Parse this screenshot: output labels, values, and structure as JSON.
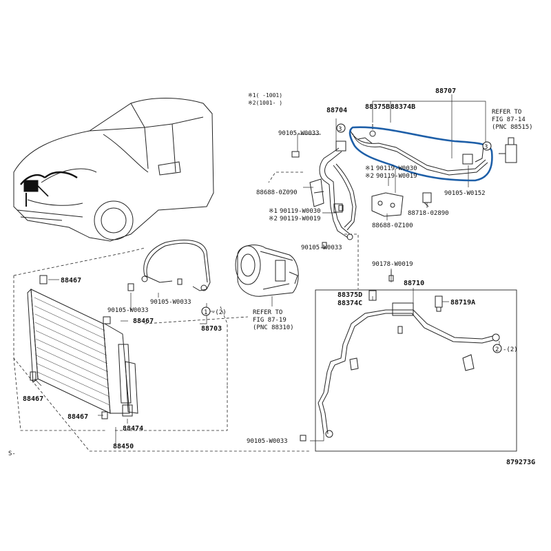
{
  "notes": {
    "note1": "※1(  -1001)",
    "note2": "※2(1001-  )"
  },
  "highlight_color": "#1e5fa8",
  "parts": {
    "p88707": "88707",
    "p88704": "88704",
    "p88375B": "88375B",
    "p88374B": "88374B",
    "p90105_w0033_a": "90105-W0033",
    "p88688_0z090": "88688-0Z090",
    "p90119_w0030_a": "90119-W0030",
    "p90119_w0019_a": "90119-W0019",
    "p90119_w0030_b": "90119-W0030",
    "p90119_w0019_b": "90119-W0019",
    "p90105_w0152": "90105-W0152",
    "p88718_02890": "88718-02890",
    "p88688_0z100": "88688-0Z100",
    "p90105_w0033_b": "90105-W0033",
    "p90178_w0019": "90178-W0019",
    "p88710": "88710",
    "p88375D": "88375D",
    "p88374C": "88374C",
    "p88719A": "88719A",
    "p88467_a": "88467",
    "p88467_b": "88467",
    "p88467_c": "88467",
    "p88467_d": "88467",
    "p90105_w0033_c": "90105-W0033",
    "p90105_w0033_d": "90105-W0033",
    "p90105_w0033_e": "90105-W0033",
    "p88703": "88703",
    "p88474": "88474",
    "p88450": "88450"
  },
  "refs": {
    "ref_pnc_88515": [
      "REFER TO",
      "FIG 87-14",
      "(PNC 88515)"
    ],
    "ref_pnc_88310": [
      "REFER TO",
      "FIG 87-19",
      "(PNC 88310)"
    ]
  },
  "callouts": {
    "c3_a": "3",
    "c3_b": "3",
    "c1": "1",
    "c1_suffix": "-(2)",
    "c2": "2",
    "c2_suffix": "-(2)"
  },
  "marks": {
    "m1": "※1",
    "m2": "※2"
  },
  "section_mark": "S-",
  "figure_id": "879273G"
}
